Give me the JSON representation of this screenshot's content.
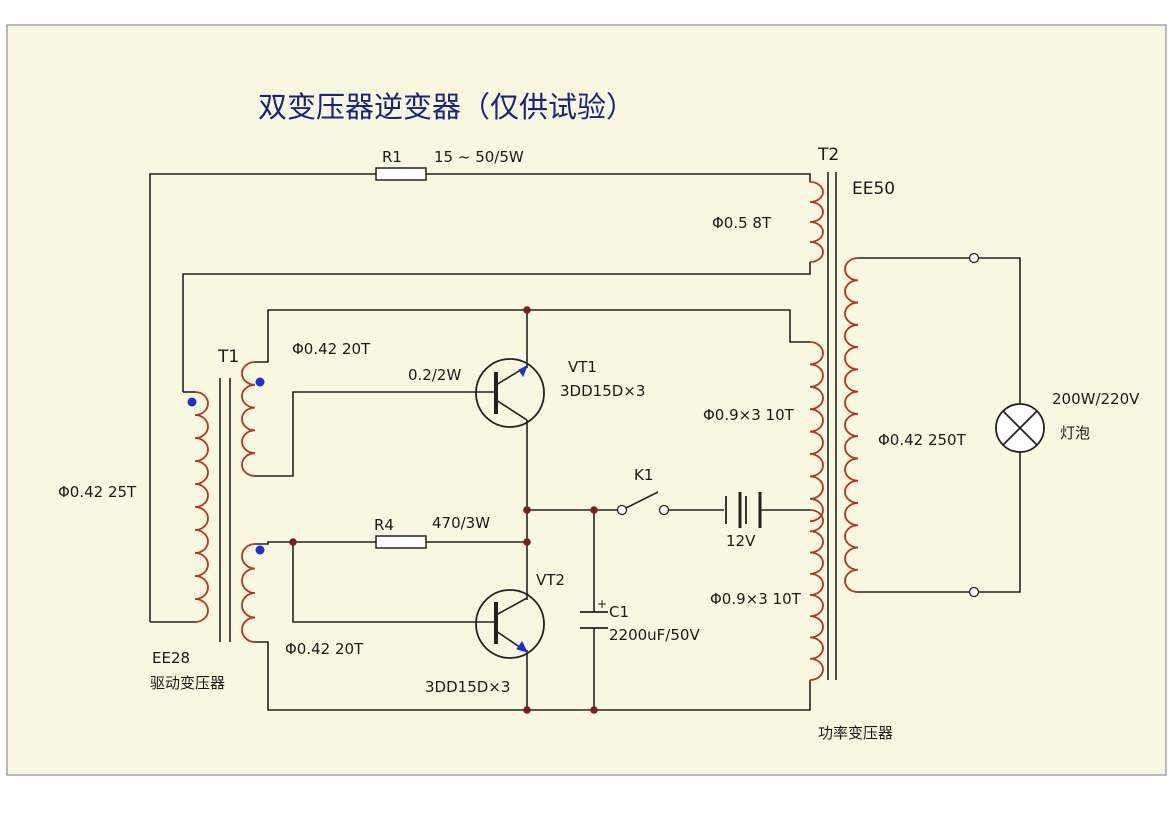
{
  "title": "双变压器逆变器（仅供试验）",
  "colors": {
    "background": "#f8f8e0",
    "coil": "#b8321e",
    "wire": "#222222",
    "title": "#1a237e",
    "polarity_dot": "#1f2fd0",
    "junction": "#7a1f1f"
  },
  "labels": {
    "r1_name": "R1",
    "r1_value": "15 ~ 50/5W",
    "t2_name": "T2",
    "t2_core": "EE50",
    "t2_primary_top": "Φ0.5   8T",
    "t1_name": "T1",
    "t1_sec_top": "Φ0.42 20T",
    "vt1_base_res": "0.2/2W",
    "vt1_name": "VT1",
    "vt1_type": "3DD15D×3",
    "t2_primary_mid": "Φ0.9×3 10T",
    "t2_secondary": "Φ0.42 250T",
    "lamp_rating": "200W/220V",
    "lamp_name": "灯泡",
    "t1_primary": "Φ0.42 25T",
    "k1_name": "K1",
    "battery": "12V",
    "r4_name": "R4",
    "r4_value": "470/3W",
    "vt2_name": "VT2",
    "c1_name": "C1",
    "c1_value": "2200uF/50V",
    "t2_primary_bottom": "Φ0.9×3 10T",
    "t1_sec_bottom": "Φ0.42 20T",
    "t1_core": "EE28",
    "t1_desc": "驱动变压器",
    "vt2_type": "3DD15D×3",
    "t2_desc": "功率变压器",
    "cap_plus": "+"
  }
}
